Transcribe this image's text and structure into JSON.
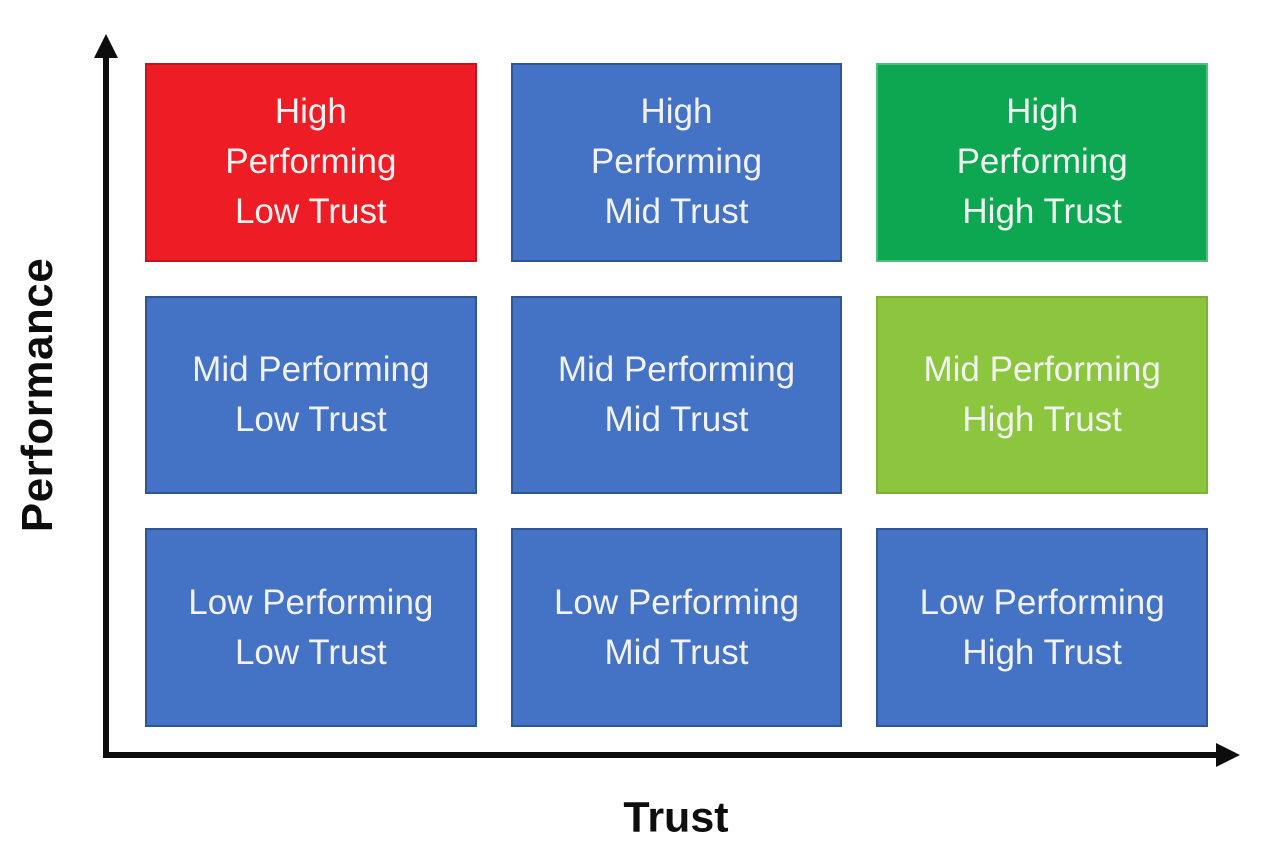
{
  "axes": {
    "y_label": "Performance",
    "x_label": "Trust",
    "axis_color": "#0d0d0d"
  },
  "colors": {
    "background": "#ffffff",
    "cell_text": "#f2f2f2",
    "blue": "#4472c4",
    "blue_border": "#2e5597",
    "red": "#ee1c24",
    "red_border": "#c4151c",
    "green": "#0ca750",
    "green_border": "#4fc07c",
    "light_green": "#8cc63f",
    "light_green_border": "#7db237"
  },
  "cells": {
    "hp_lt": {
      "text": "High\nPerforming\nLow Trust",
      "bg": "#ee1c24",
      "border": "#c4151c"
    },
    "hp_mt": {
      "text": "High\nPerforming\nMid Trust",
      "bg": "#4472c4",
      "border": "#2e5597"
    },
    "hp_ht": {
      "text": "High\nPerforming\nHigh Trust",
      "bg": "#0ca750",
      "border": "#4fc07c"
    },
    "mp_lt": {
      "text": "Mid Performing\nLow Trust",
      "bg": "#4472c4",
      "border": "#2e5597"
    },
    "mp_mt": {
      "text": "Mid Performing\nMid Trust",
      "bg": "#4472c4",
      "border": "#2e5597"
    },
    "mp_ht": {
      "text": "Mid Performing\nHigh Trust",
      "bg": "#8cc63f",
      "border": "#7db237"
    },
    "lp_lt": {
      "text": "Low Performing\nLow Trust",
      "bg": "#4472c4",
      "border": "#2e5597"
    },
    "lp_mt": {
      "text": "Low Performing\nMid Trust",
      "bg": "#4472c4",
      "border": "#2e5597"
    },
    "lp_ht": {
      "text": "Low Performing\nHigh Trust",
      "bg": "#4472c4",
      "border": "#2e5597"
    }
  }
}
